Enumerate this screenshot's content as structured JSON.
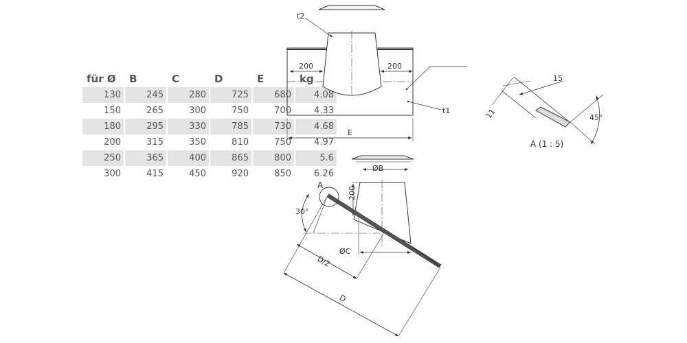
{
  "table": {
    "headers": [
      "für Ø",
      "B",
      "C",
      "D",
      "E",
      "kg"
    ],
    "rows": [
      [
        "130",
        "245",
        "280",
        "725",
        "680",
        "4.08"
      ],
      [
        "150",
        "265",
        "300",
        "750",
        "700",
        "4.33"
      ],
      [
        "180",
        "295",
        "330",
        "785",
        "730",
        "4.68"
      ],
      [
        "200",
        "315",
        "350",
        "810",
        "750",
        "4.97"
      ],
      [
        "250",
        "365",
        "400",
        "865",
        "800",
        "5.6"
      ],
      [
        "300",
        "415",
        "450",
        "920",
        "850",
        "6.26"
      ]
    ]
  },
  "top_view": {
    "t2": "t2",
    "t1": "t1",
    "left_200": "200",
    "right_200": "200",
    "width_E": "E"
  },
  "detail_A": {
    "dim_15": "15",
    "dim_11": "11",
    "angle": "45°",
    "caption": "A (1 : 5)"
  },
  "side_view": {
    "label_A": "A",
    "dim_B": "ØB",
    "dim_200": "200",
    "angle": "30°",
    "dim_C": "ØC",
    "dim_D2": "D/2",
    "dim_D": "D"
  }
}
